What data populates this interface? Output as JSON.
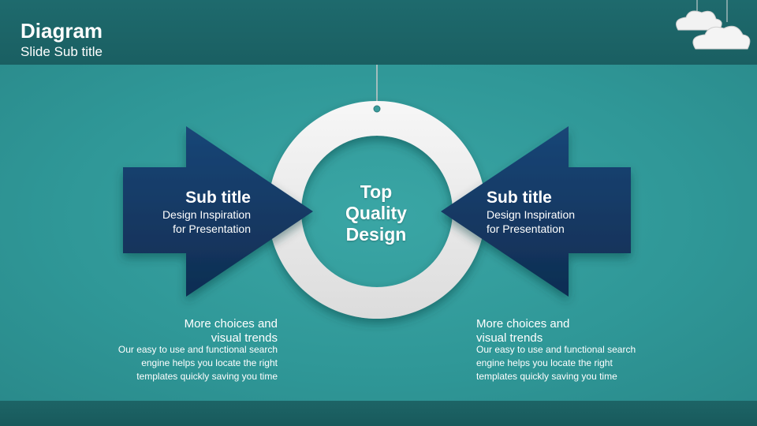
{
  "slide": {
    "title": "Diagram",
    "subtitle": "Slide Sub title"
  },
  "center": {
    "lines": [
      "Top",
      "Quality",
      "Design"
    ]
  },
  "left_arrow": {
    "heading": "Sub title",
    "desc_line1": "Design Inspiration",
    "desc_line2": "for Presentation"
  },
  "right_arrow": {
    "heading": "Sub title",
    "desc_line1": "Design Inspiration",
    "desc_line2": "for Presentation"
  },
  "left_note": {
    "heading_line1": "More choices and",
    "heading_line2": "visual trends",
    "body_line1": "Our easy to use and functional search",
    "body_line2": "engine helps you locate the right",
    "body_line3": "templates quickly saving you time"
  },
  "right_note": {
    "heading_line1": "More choices and",
    "heading_line2": "visual trends",
    "body_line1": "Our easy to use and functional search",
    "body_line2": "engine helps you locate the right",
    "body_line3": "templates quickly saving you time"
  },
  "colors": {
    "teal_background": "#2f9898",
    "header": "#1e6a6d",
    "arrow_navy": "#12355e",
    "ring": "#ececec"
  }
}
